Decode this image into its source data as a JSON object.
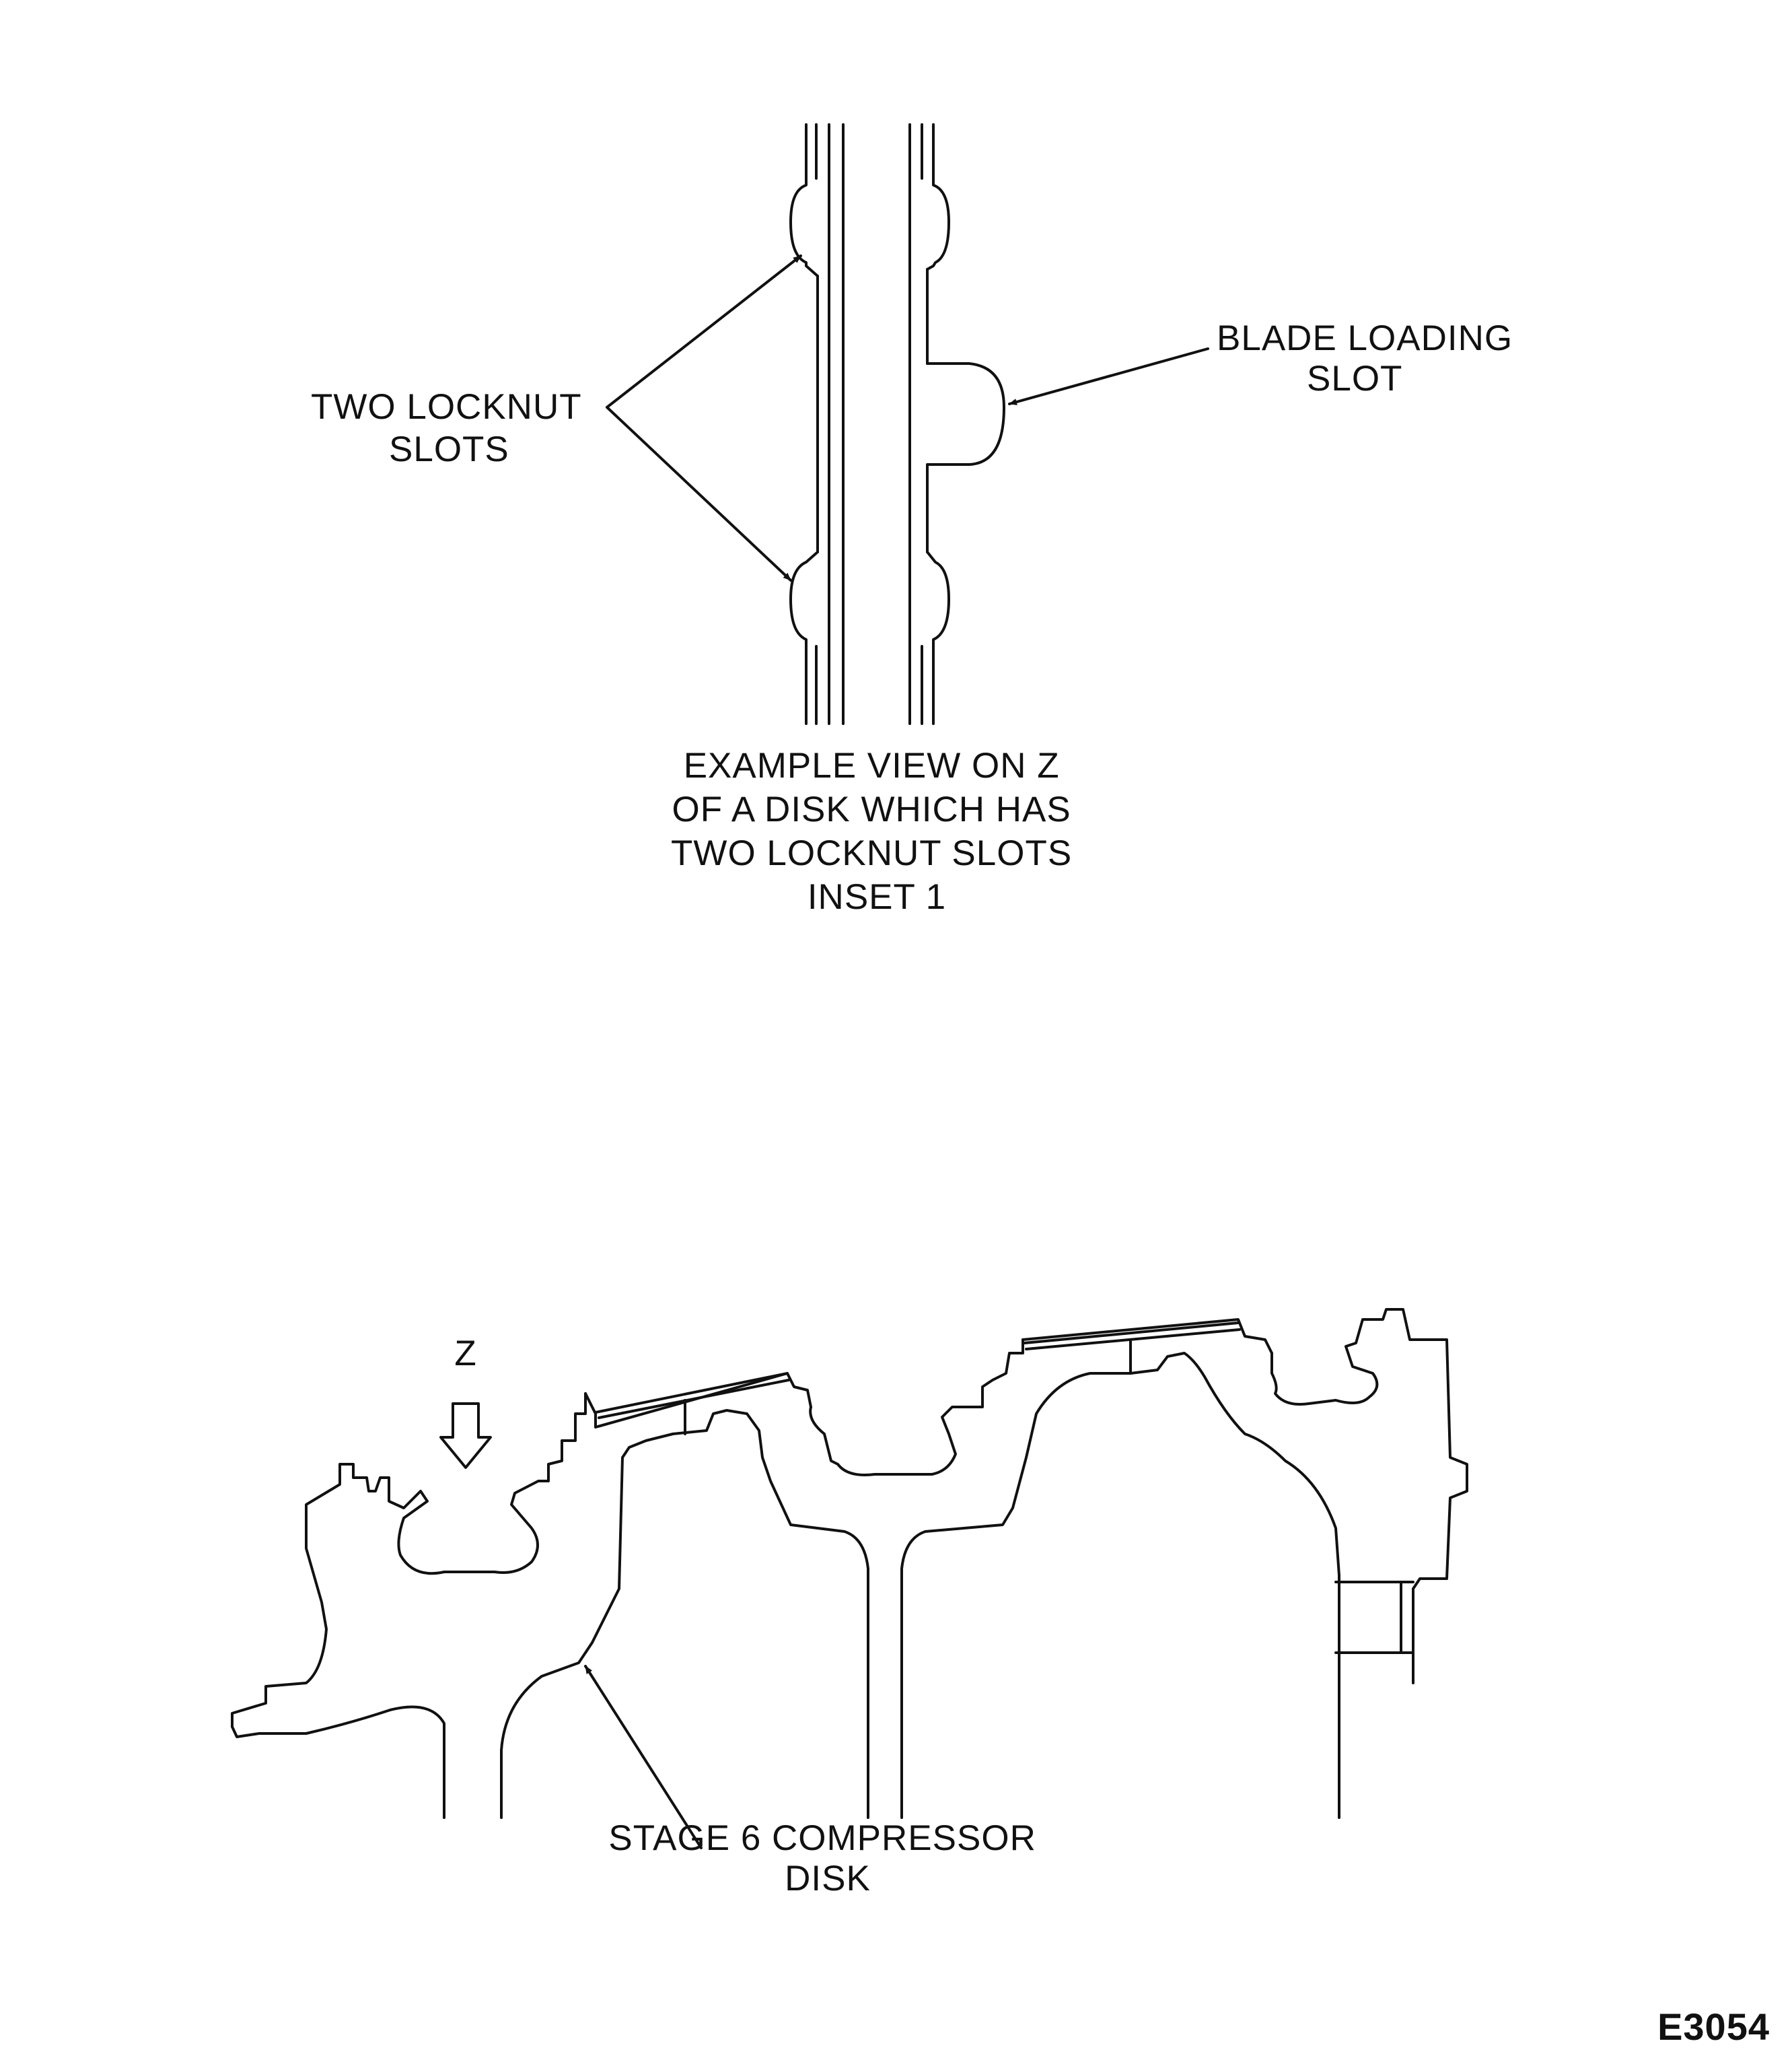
{
  "inset": {
    "locknut_label": [
      "TWO LOCKNUT",
      "SLOTS"
    ],
    "blade_slot_label": [
      "BLADE LOADING",
      "SLOT"
    ],
    "caption": [
      "EXAMPLE VIEW ON Z",
      "OF A DISK WHICH HAS",
      "TWO LOCKNUT SLOTS",
      "INSET 1"
    ]
  },
  "main": {
    "view_marker": "Z",
    "disk_label": [
      "STAGE 6 COMPRESSOR",
      "DISK"
    ]
  },
  "figure_number": "E3054"
}
